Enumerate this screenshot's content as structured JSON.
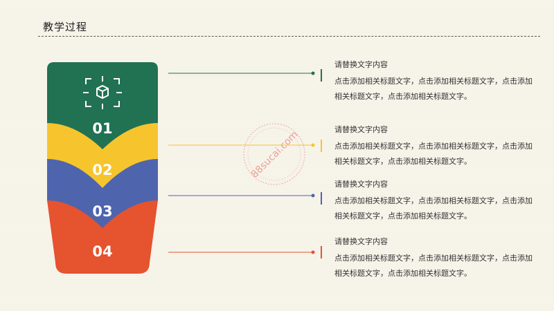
{
  "page": {
    "title": "教学过程"
  },
  "steps": [
    {
      "number": "01",
      "color": "#217153",
      "heading": "请替换文字内容",
      "body": "点击添加相关标题文字，点击添加相关标题文字，点击添加相关标题文字，点击添加相关标题文字。"
    },
    {
      "number": "02",
      "color": "#f6c52d",
      "heading": "请替换文字内容",
      "body": "点击添加相关标题文字，点击添加相关标题文字，点击添加相关标题文字，点击添加相关标题文字。"
    },
    {
      "number": "03",
      "color": "#4e64ad",
      "heading": "请替换文字内容",
      "body": "点击添加相关标题文字，点击添加相关标题文字，点击添加相关标题文字，点击添加相关标题文字。"
    },
    {
      "number": "04",
      "color": "#e5532f",
      "heading": "请替换文字内容",
      "body": "点击添加相关标题文字，点击添加相关标题文字，点击添加相关标题文字，点击添加相关标题文字。"
    }
  ],
  "icon": "focus-crosshair-icon",
  "watermark": {
    "text": "88sucai.com",
    "color": "#e88a86"
  }
}
